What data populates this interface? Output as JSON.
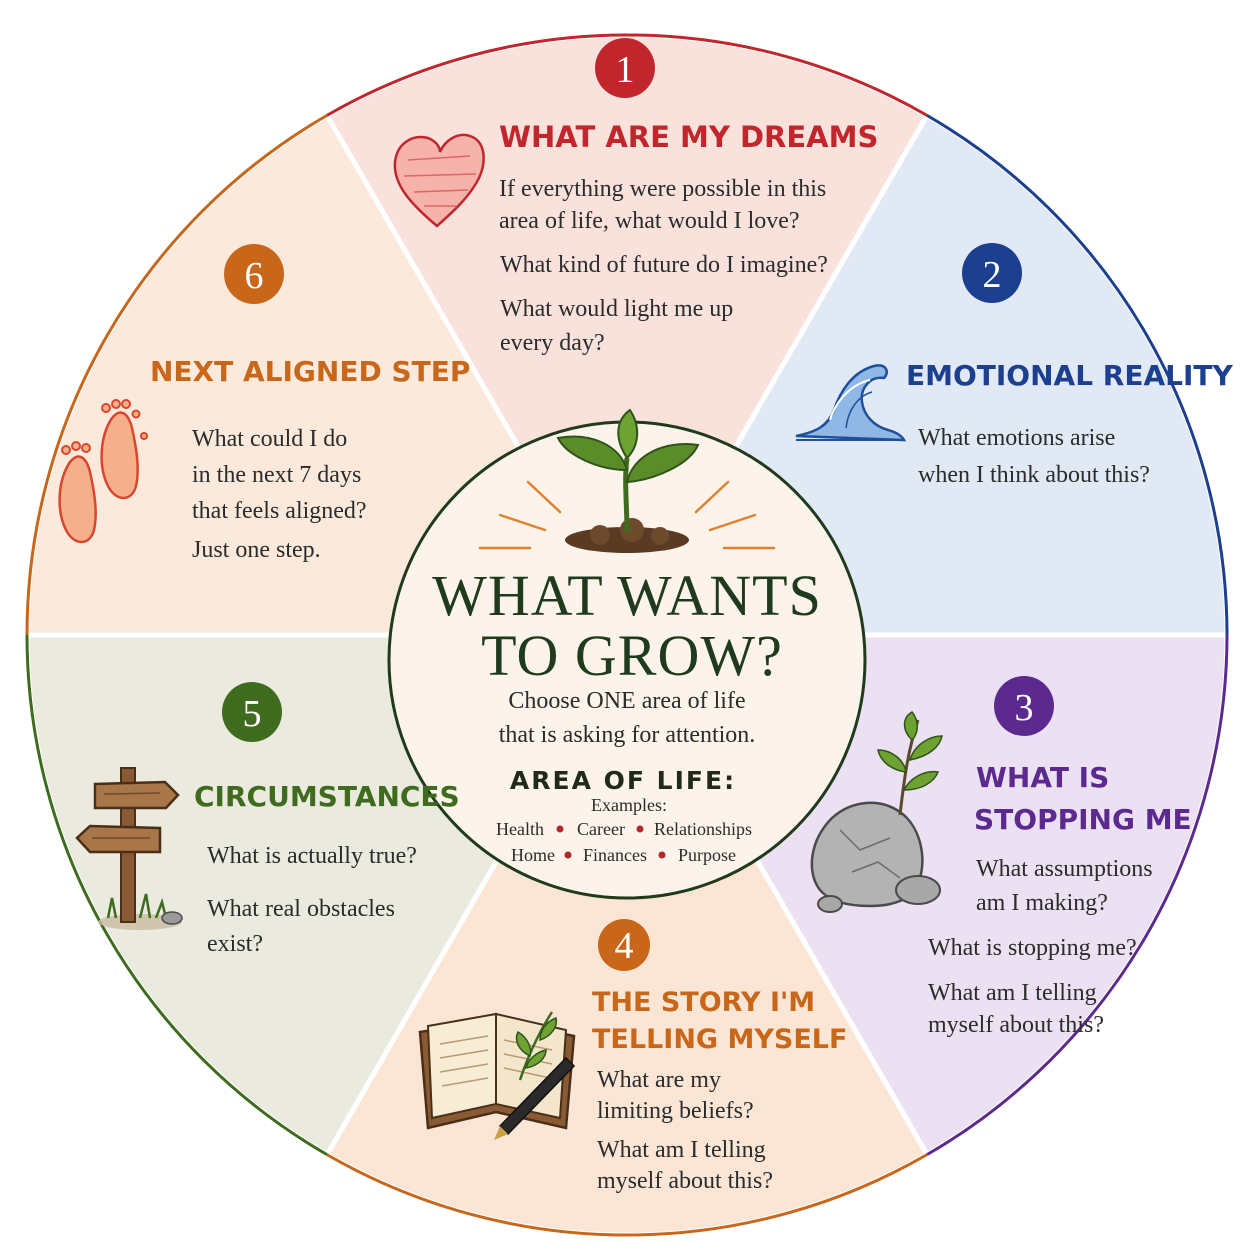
{
  "center": {
    "title_line1": "WHAT WANTS",
    "title_line2": "TO GROW?",
    "subtitle_line1": "Choose ONE area of life",
    "subtitle_line2": "that is asking for attention.",
    "area_label": "AREA OF LIFE:",
    "examples_label": "Examples:",
    "examples_row1": [
      "Health",
      "Career",
      "Relationships"
    ],
    "examples_row2": [
      "Home",
      "Finances",
      "Purpose"
    ],
    "title_color": "#1f3a1c",
    "bullet_color": "#b1282b"
  },
  "segments": [
    {
      "number": "1",
      "heading_lines": [
        "WHAT ARE MY DREAMS"
      ],
      "questions": [
        "If everything were possible in this",
        "area of life, what would I love?",
        "What kind of future do I imagine?",
        "What would light me up",
        "every day?"
      ],
      "icon": "heart-icon",
      "accent": "#c0262b",
      "fill": "#f9e1dc"
    },
    {
      "number": "2",
      "heading_lines": [
        "EMOTIONAL REALITY"
      ],
      "questions": [
        "What emotions arise",
        "when I think about this?"
      ],
      "icon": "wave-icon",
      "accent": "#1c3f8f",
      "fill": "#e1e9f4"
    },
    {
      "number": "3",
      "heading_lines": [
        "WHAT IS",
        "STOPPING ME"
      ],
      "questions": [
        "What assumptions",
        "am I making?",
        "What is stopping me?",
        "What am I telling",
        "myself about this?"
      ],
      "icon": "rock-sprout-icon",
      "accent": "#5c2a8f",
      "fill": "#ebe1f2"
    },
    {
      "number": "4",
      "heading_lines": [
        "THE STORY I'M",
        "TELLING MYSELF"
      ],
      "questions": [
        "What are my",
        "limiting beliefs?",
        "What am I telling",
        "myself about this?"
      ],
      "icon": "journal-icon",
      "accent": "#c8661a",
      "fill": "#fbe6d6"
    },
    {
      "number": "5",
      "heading_lines": [
        "CIRCUMSTANCES"
      ],
      "questions": [
        "What is actually true?",
        "What real obstacles",
        "exist?"
      ],
      "icon": "signpost-icon",
      "accent": "#3f6b1f",
      "fill": "#eaeade"
    },
    {
      "number": "6",
      "heading_lines": [
        "NEXT ALIGNED STEP"
      ],
      "questions": [
        "What could I do",
        "in the next 7 days",
        "that feels aligned?",
        "Just one step."
      ],
      "icon": "footprints-icon",
      "accent": "#c8661a",
      "fill": "#fbeadb"
    }
  ]
}
